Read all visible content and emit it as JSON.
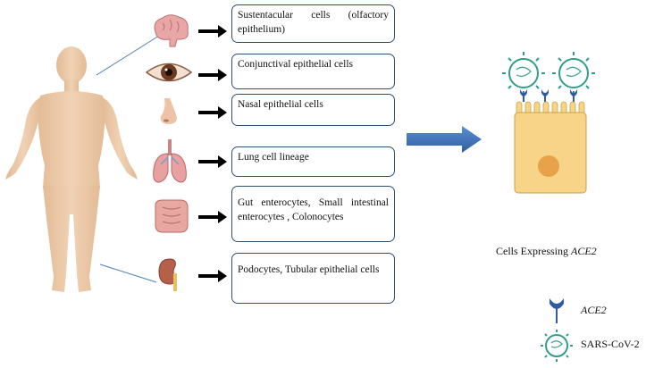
{
  "organ_cells": [
    {
      "organ": "brain-icon",
      "label": "Sustentacular cells (olfactory epithelium)"
    },
    {
      "organ": "eye-icon",
      "label": "Conjunctival epithelial cells"
    },
    {
      "organ": "nose-icon",
      "label": "Nasal epithelial cells"
    },
    {
      "organ": "lungs-icon",
      "label": "Lung cell lineage"
    },
    {
      "organ": "intestine-icon",
      "label": "Gut enterocytes, Small intestinal enterocytes , Colonocytes"
    },
    {
      "organ": "kidney-icon",
      "label": "Podocytes, Tubular epithelial cells"
    }
  ],
  "cell_caption": {
    "prefix": "Cells Expressing ",
    "gene": "ACE2"
  },
  "legend": {
    "receptor_label": "ACE2",
    "virus_label": "SARS-CoV-2"
  },
  "colors": {
    "box_border": "#2f4f73",
    "big_arrow": "#3b6fb6",
    "cell_fill": "#f7d488",
    "receptor": "#2e5aa8",
    "virus": "#2e9e8a",
    "body": "#ecc9a8"
  }
}
